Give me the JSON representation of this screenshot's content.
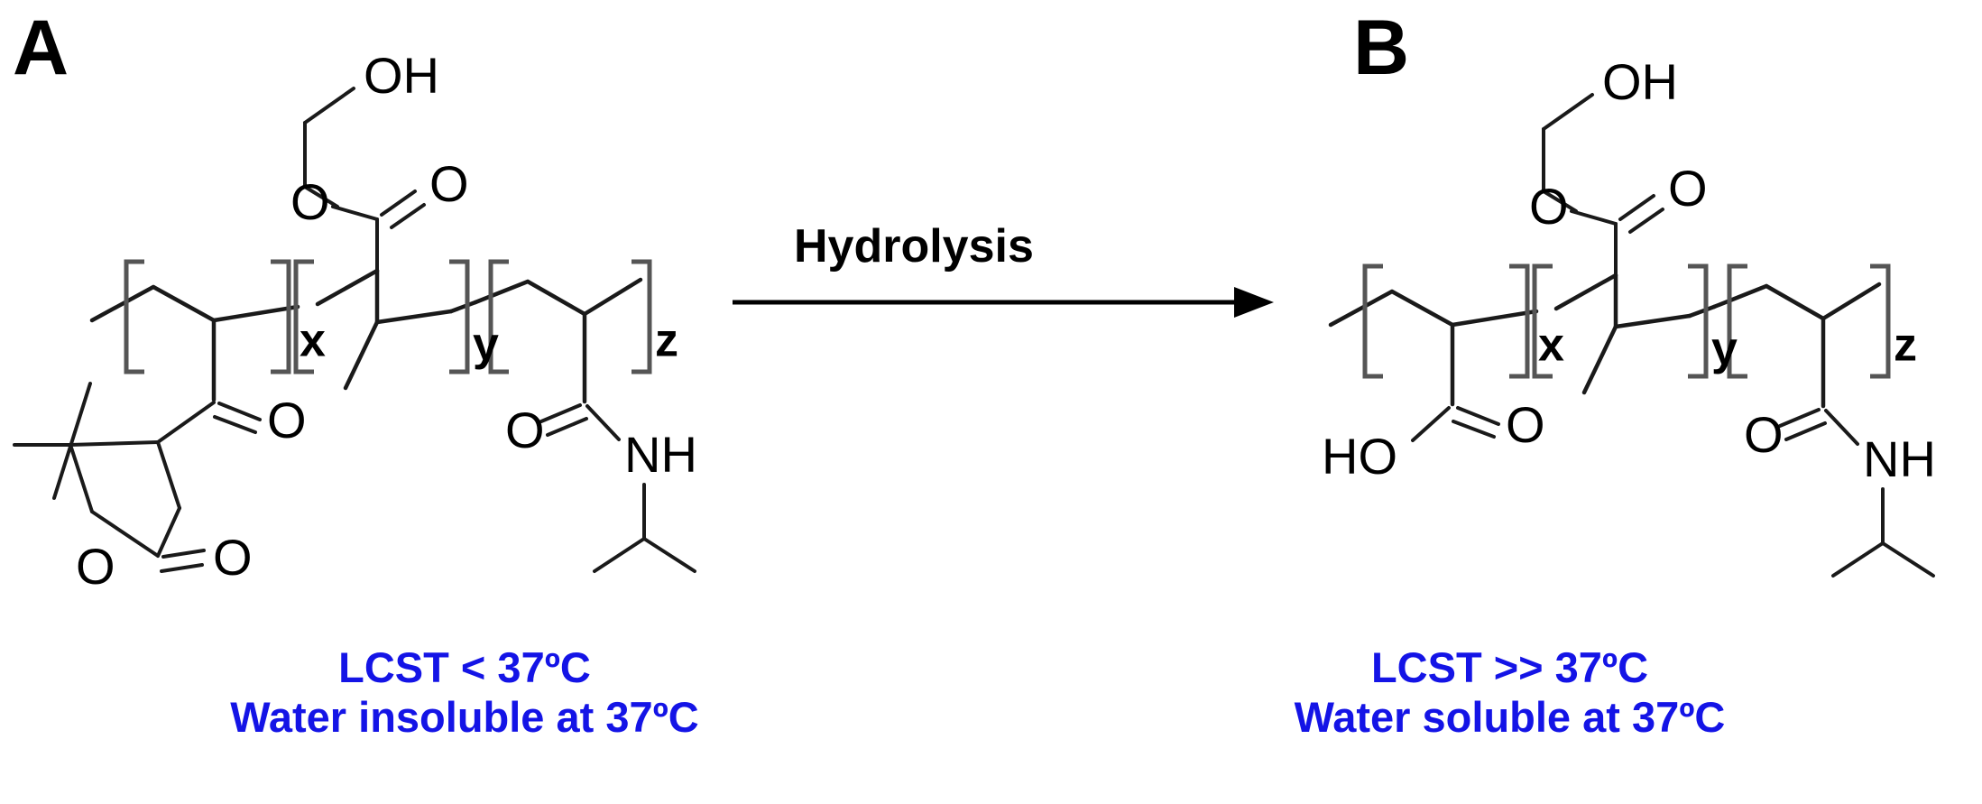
{
  "figure": {
    "type": "chemical-reaction-scheme",
    "background_color": "#ffffff",
    "bond_color": "#1a1a1a",
    "bracket_color": "#555555",
    "caption_color": "#1414e6"
  },
  "panels": {
    "left": {
      "letter": "A",
      "caption_line1": "LCST < 37ºC",
      "caption_line2": "Water insoluble at 37ºC",
      "subscripts": {
        "x": "x",
        "y": "y",
        "z": "z"
      },
      "atom_labels": {
        "hydroxyl": "OH",
        "ester_o": "O",
        "ester_carbonyl_o": "O",
        "ketone_o": "O",
        "lactone_ring_o": "O",
        "lactone_carbonyl_o": "O",
        "amide_o": "O",
        "amide_nh": "NH"
      }
    },
    "right": {
      "letter": "B",
      "caption_line1": "LCST >> 37ºC",
      "caption_line2": "Water soluble at 37ºC",
      "subscripts": {
        "x": "x",
        "y": "y",
        "z": "z"
      },
      "atom_labels": {
        "hydroxyl": "OH",
        "ester_o": "O",
        "ester_carbonyl_o": "O",
        "acid_ho": "HO",
        "acid_carbonyl_o": "O",
        "amide_o": "O",
        "amide_nh": "NH"
      }
    }
  },
  "reaction": {
    "arrow_label": "Hydrolysis",
    "direction": "left-to-right"
  }
}
